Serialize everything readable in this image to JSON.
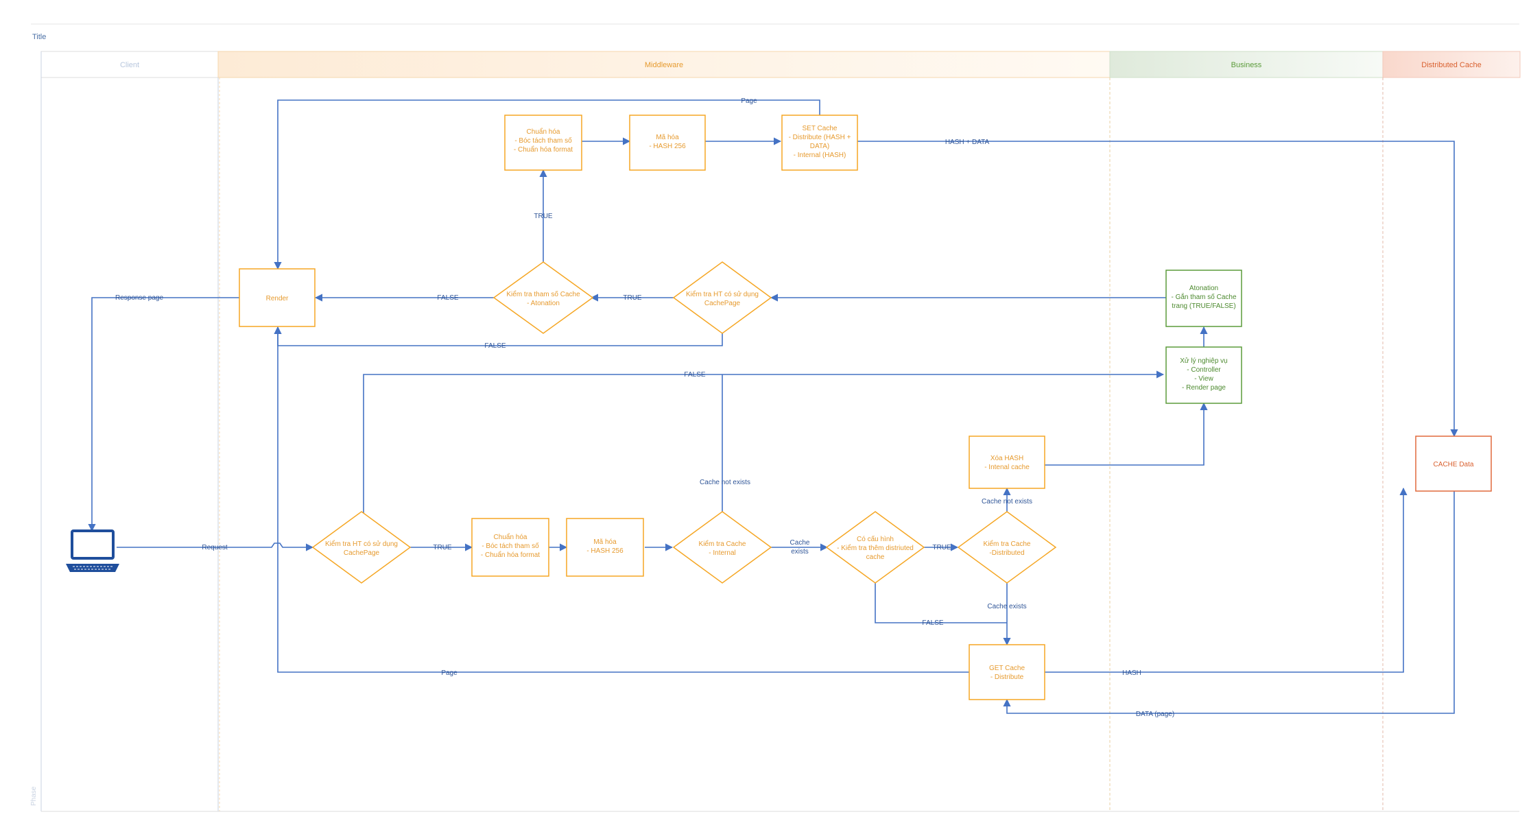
{
  "title": "Title",
  "phase_label": "Phase",
  "lanes": {
    "client": "Client",
    "middleware": "Middleware",
    "business": "Business",
    "distributed": "Distributed Cache"
  },
  "nodes": {
    "norm_top": [
      "Chuẩn hóa",
      "- Bóc tách tham số",
      "- Chuẩn hóa format"
    ],
    "hash_top": [
      "Mã hóa",
      "- HASH 256"
    ],
    "set_cache": [
      "SET Cache",
      "- Distribute (HASH +",
      "DATA)",
      "- Internal (HASH)"
    ],
    "render": [
      "Render"
    ],
    "check_atonation": [
      "Kiểm tra tham số Cache",
      "- Atonation"
    ],
    "check_cachepage_top": [
      "Kiểm tra HT có sử dụng",
      "CachePage"
    ],
    "atonation": [
      "Atonation",
      "- Gắn tham số Cache",
      "trang (TRUE/FALSE)"
    ],
    "business_logic": [
      "Xử lý nghiệp vụ",
      "- Controller",
      "- View",
      "- Render page"
    ],
    "cache_data": [
      "CACHE Data"
    ],
    "xoa_hash": [
      "Xóa HASH",
      "- Intenal cache"
    ],
    "check_cachepage_bottom": [
      "Kiểm tra HT có sử dụng",
      "CachePage"
    ],
    "norm_bottom": [
      "Chuẩn hóa",
      "- Bóc tách tham số",
      "- Chuẩn hóa format"
    ],
    "hash_bottom": [
      "Mã hóa",
      "- HASH 256"
    ],
    "check_internal": [
      "Kiểm tra Cache",
      "- Internal"
    ],
    "check_config": [
      "Có cấu hình",
      "- Kiểm tra thêm distriuted",
      "cache"
    ],
    "check_distributed": [
      "Kiểm tra Cache",
      "-Distributed"
    ],
    "get_cache": [
      "GET Cache",
      "- Distribute"
    ]
  },
  "edge_labels": {
    "page_top": "Page",
    "hash_data": "HASH + DATA",
    "true_vertical": "TRUE",
    "false_render": "FALSE",
    "true_mid": "TRUE",
    "response_page": "Response page",
    "false_lower": "FALSE",
    "false_business": "FALSE",
    "cache_not_exists_internal": "Cache not exists",
    "request": "Request",
    "true_bottom": "TRUE",
    "cache_exists_internal": [
      "Cache",
      "exists"
    ],
    "true_distributed": "TRUE",
    "cache_not_exists_distributed": "Cache not exists",
    "cache_exists_distributed": "Cache exists",
    "false_config": "FALSE",
    "page_bottom": "Page",
    "hash": "HASH",
    "data_page": "DATA  (page)"
  },
  "colors": {
    "middleware": "#f5a623",
    "business": "#5b9b3a",
    "distributed": "#e0683c",
    "arrow": "#4472c4",
    "client_icon": "#1f4e9c"
  }
}
